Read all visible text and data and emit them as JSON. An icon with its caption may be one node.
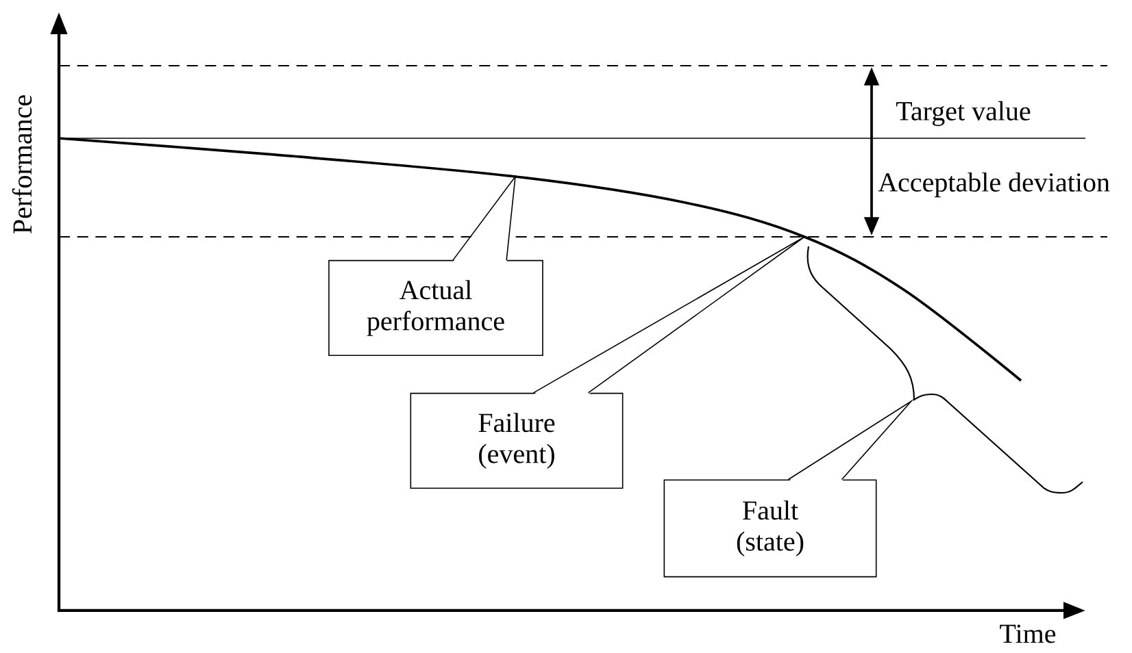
{
  "diagram": {
    "nodes": [
      {
        "text": [
          "Actual performance"
        ]
      },
      {
        "text": [
          "Failure (event)"
        ]
      },
      {
        "text": [
          "Fault (state)"
        ]
      }
    ],
    "edges": [
      {
        "from": 0,
        "to": null,
        "arrow": "none"
      },
      {
        "from": 1,
        "to": null,
        "arrow": "none"
      },
      {
        "from": 2,
        "to": null,
        "arrow": "none"
      }
    ],
    "labels": [
      "Performance",
      "Target value",
      "Acceptable deviation",
      "Time"
    ]
  }
}
